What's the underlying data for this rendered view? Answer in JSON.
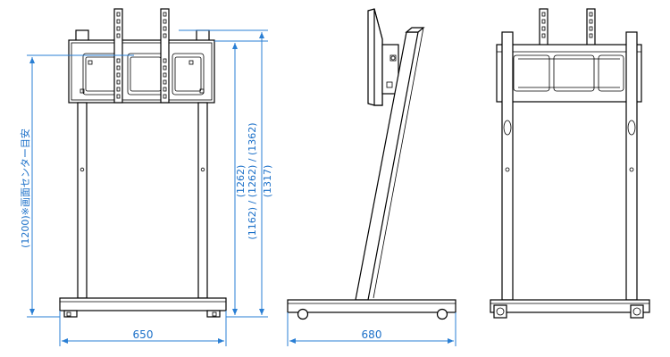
{
  "dimensions": {
    "front_width": "650",
    "side_depth": "680",
    "screen_center_height": "(1200)※画面センター目安",
    "height_line_1": "(1262)",
    "height_line_2": "(1162) / (1262) / (1362)",
    "height_overall": "(1317)"
  },
  "colors": {
    "line": "#000000",
    "dimension": "#2a7fd4",
    "background": "#ffffff"
  }
}
